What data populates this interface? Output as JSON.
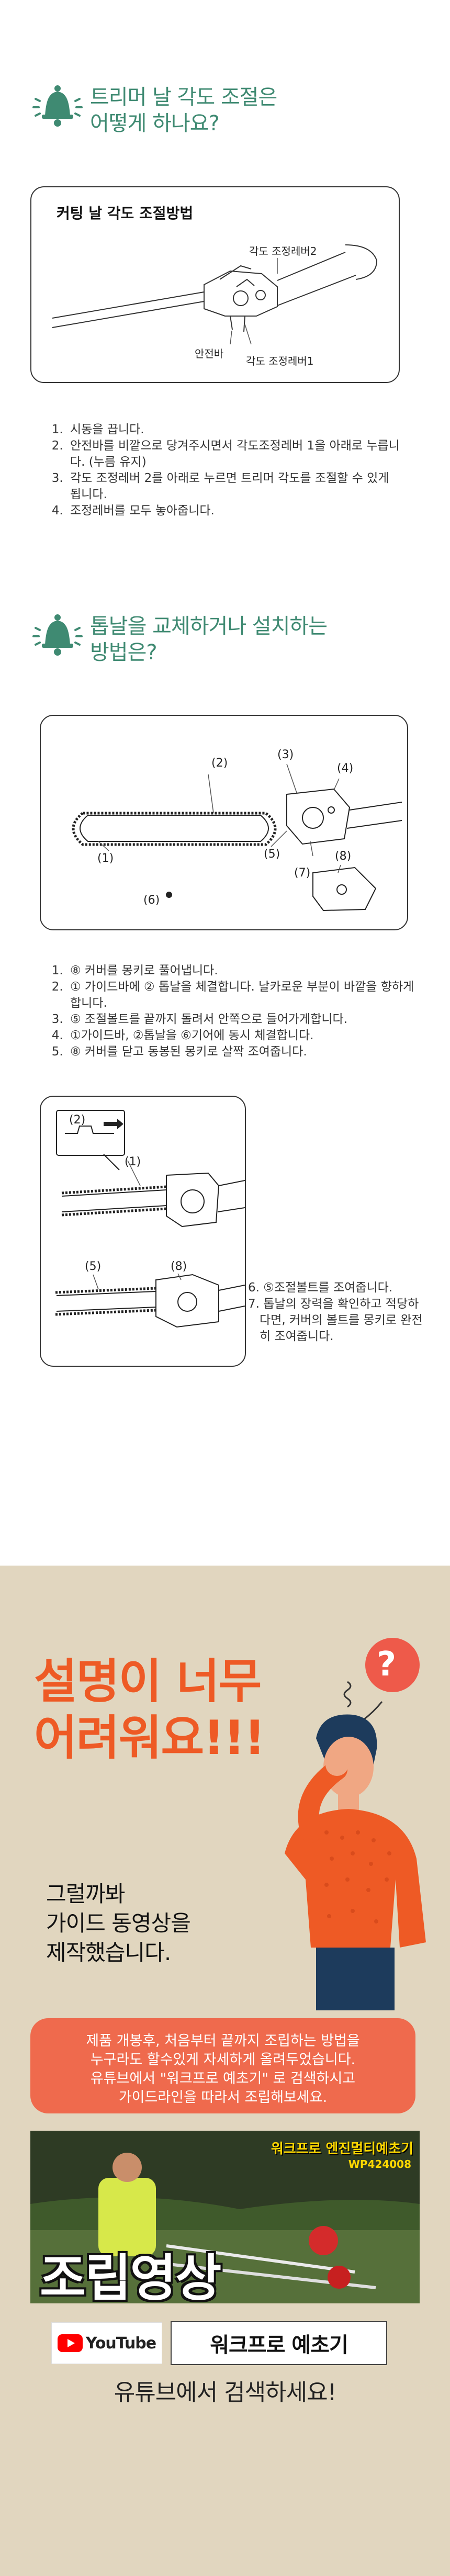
{
  "section1": {
    "title_line1": "트리머 날 각도 조절은",
    "title_line2": "어떻게 하나요?",
    "box_title": "커팅 날 각도 조절방법",
    "label_lever2": "각도 조정레버2",
    "label_safety": "안전바",
    "label_lever1": "각도 조정레버1",
    "steps": [
      "시동을 끕니다.",
      "안전바를 비깥으로 당겨주시면서 각도조정레버 1을 아래로 누릅니다. (누름 유지)",
      "각도 조정레버 2를 아래로 누르면 트리머 각도를 조절할 수 있게 됩니다.",
      "조정레버를 모두 놓아줍니다."
    ]
  },
  "section2": {
    "title_line1": "톱날을 교체하거나 설치하는",
    "title_line2": "방법은?",
    "labels": {
      "l1": "(1)",
      "l2": "(2)",
      "l3": "(3)",
      "l4": "(4)",
      "l5": "(5)",
      "l6": "(6)",
      "l7": "(7)",
      "l8": "(8)"
    },
    "steps": [
      "⑧ 커버를 몽키로 풀어냅니다.",
      "① 가이드바에 ② 톱날을 체결합니다. 날카로운 부분이 바깥을 향하게 합니다.",
      "⑤ 조절볼트를 끝까지 돌려서 안쪽으로 들어가게합니다.",
      "①가이드바, ②톱날을 ⑥기어에 동시 체결합니다.",
      "⑧ 커버를 닫고 동봉된 몽키로 살짝 조여줍니다."
    ],
    "fig2_labels": {
      "a2": "(2)",
      "a1": "(1)",
      "a5": "(5)",
      "a8": "(8)"
    },
    "steps_b": [
      "6. ⑤조절볼트를 조여줍니다.",
      "7. 톱날의 장력을 확인하고 적당하다면, 커버의 볼트를 몽키로 완전히 조여줍니다."
    ]
  },
  "promo": {
    "title_line1": "설명이 너무",
    "title_line2": "어려워요!!!",
    "question_mark": "?",
    "sub_line1": "그럴까봐",
    "sub_line2": "가이드 동영상을",
    "sub_line3": "제작했습니다.",
    "notice_line1": "제품 개봉후, 처음부터 끝까지 조립하는 방법을",
    "notice_line2": "누구라도 할수있게 자세하게 올려두었습니다.",
    "notice_line3": "유튜브에서 \"워크프로 예초기\" 로 검색하시고",
    "notice_line4": "가이드라인을 따라서 조립해보세요.",
    "video_brand": "워크프로 엔진멀티예초기",
    "video_model": "WP424008",
    "video_caption": "조립영상",
    "youtube_logo_text": "YouTube",
    "channel_name": "워크프로 예초기",
    "search_note": "유튜브에서 검색하세요!"
  },
  "colors": {
    "accent_green": "#3f8a72",
    "promo_bg": "#e1d6bf",
    "promo_orange": "#ee5a25",
    "notice_orange": "#ef6a4d",
    "youtube_red": "#ff0000"
  }
}
